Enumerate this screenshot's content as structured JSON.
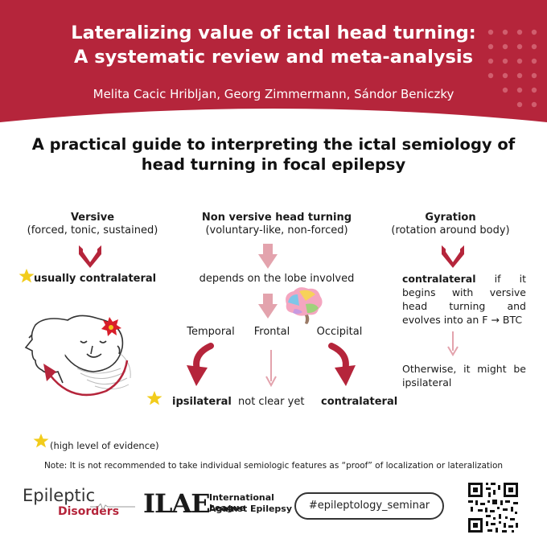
{
  "header": {
    "title_line1": "Lateralizing value of ictal head turning:",
    "title_line2": "A systematic review and meta-analysis",
    "authors": "Melita Cacic Hribljan, Georg Zimmermann, Sándor Beniczky",
    "bg_color": "#b5253b"
  },
  "subtitle": {
    "line1": "A practical guide to interpreting the ictal semiology of",
    "line2": "head turning in focal epilepsy"
  },
  "versive": {
    "title": "Versive",
    "desc": "(forced, tonic, sustained)",
    "result": "usually contralateral"
  },
  "nonversive": {
    "title": "Non versive head turning",
    "desc": "(voluntary-like,  non-forced)",
    "depends": "depends on the lobe involved",
    "lobes": [
      "Temporal",
      "Frontal",
      "Occipital"
    ],
    "results": [
      "ipsilateral",
      "not clear yet",
      "contralateral"
    ]
  },
  "gyration": {
    "title": "Gyration",
    "desc": "(rotation around body)",
    "bold": "contralateral",
    "text1": "if it begins with versive head turning and evolves into an F → BTC",
    "text2": "Otherwise, it might be ipsilateral"
  },
  "legend": {
    "evidence": "(high level of evidence)"
  },
  "note": "Note: It is not recommended to take individual semiologic features as “proof” of localization or lateralization",
  "footer": {
    "logo1_line1": "Epileptic",
    "logo1_line2": "Disorders",
    "logo2_mark": "ILAE",
    "logo2_line1": "International League",
    "logo2_line2": "Against Epilepsy",
    "hashtag": "#epileptology_seminar",
    "qr_icon": "qr-code-icon"
  },
  "colors": {
    "accent": "#b5253b",
    "arrow_light": "#e3a3ad",
    "star": "#f2cc1b"
  }
}
